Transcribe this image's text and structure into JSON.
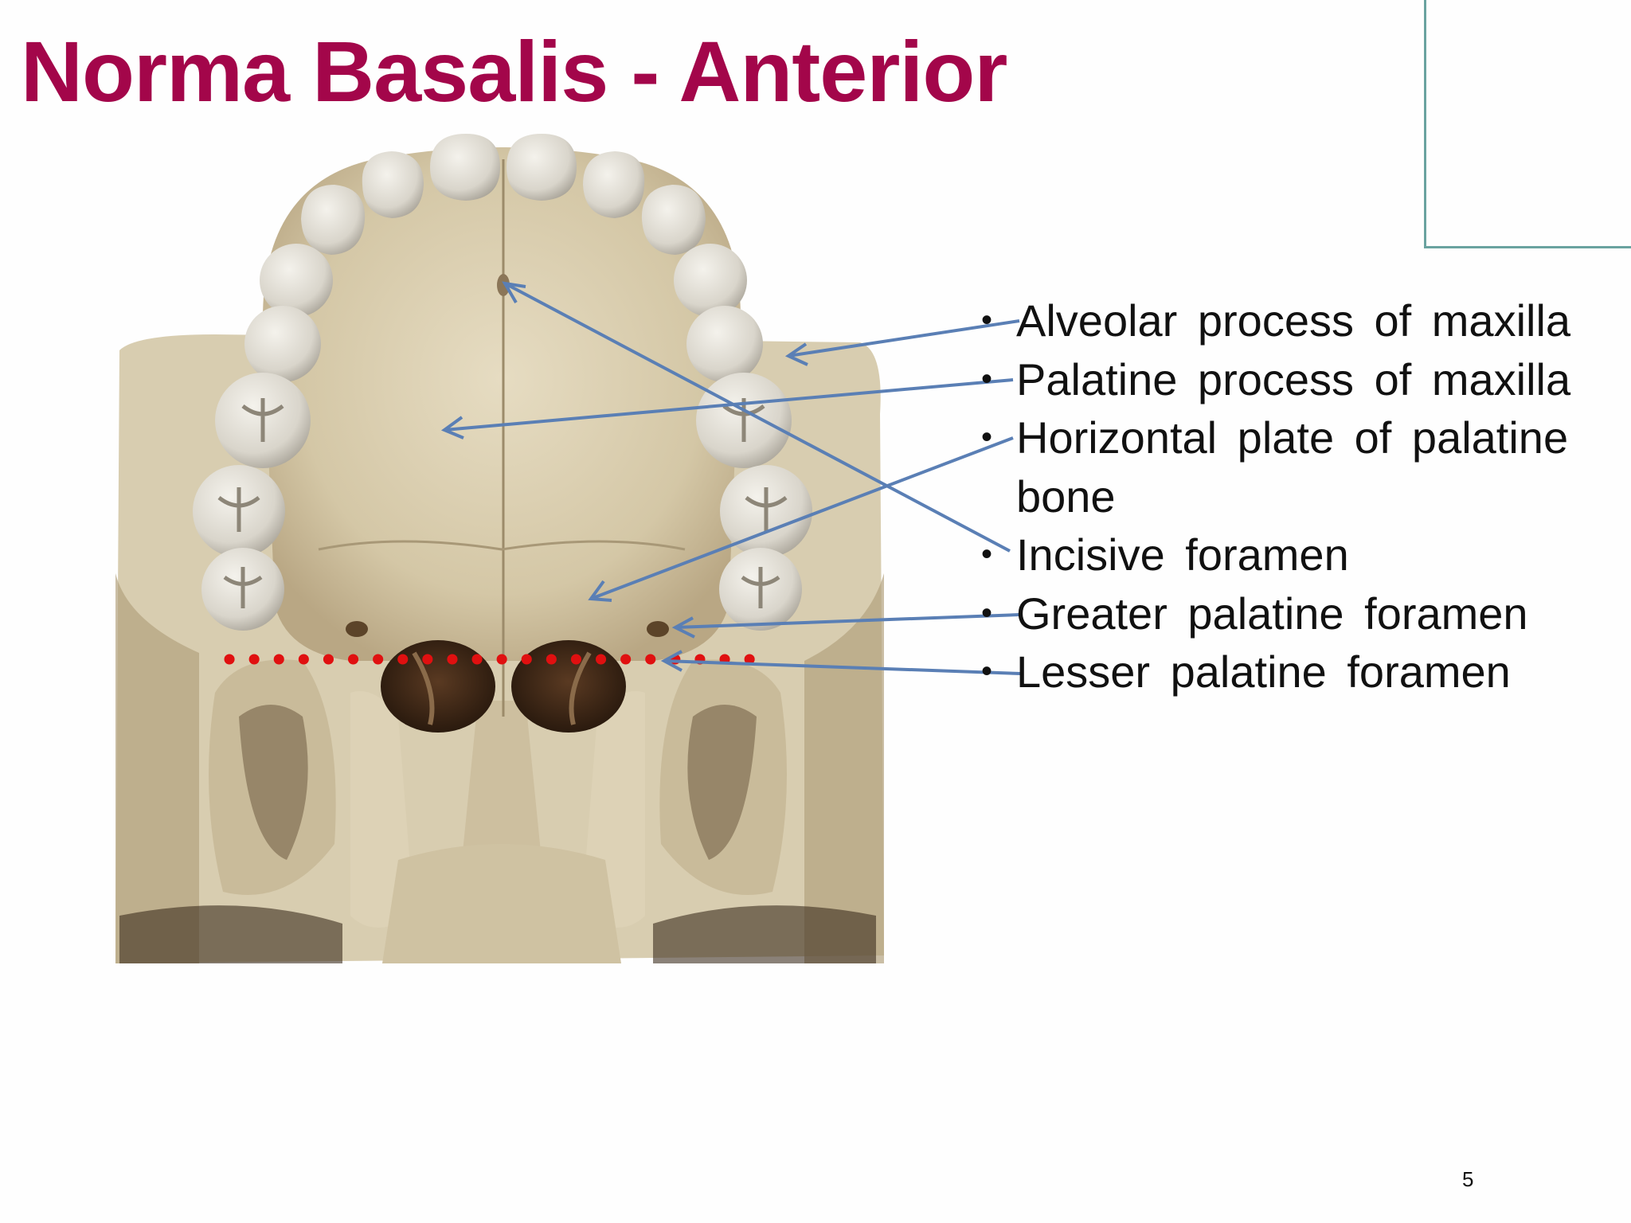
{
  "slide": {
    "title": "Norma Basalis - Anterior",
    "title_color": "#a3064a",
    "page_number": "5"
  },
  "labels": [
    {
      "text": "Alveolar process of maxilla",
      "bullet": "•"
    },
    {
      "text": "Palatine process of maxilla",
      "bullet": "•"
    },
    {
      "text": "Horizontal plate of palatine bone",
      "bullet": "•"
    },
    {
      "text": "Incisive foramen",
      "bullet": "•"
    },
    {
      "text": "Greater palatine foramen",
      "bullet": "•"
    },
    {
      "text": "Lesser palatine foramen",
      "bullet": "•"
    }
  ],
  "colors": {
    "arrow": "#5a7fb5",
    "dotted_line": "#e01010",
    "bone": "#d9ceb2",
    "bone_shadow": "#b8a888",
    "teeth": "#e4e1da",
    "corner_border": "#6aa3a0"
  },
  "figure": {
    "image": "skull-inferior-view-anterior",
    "dotted_line_style": "red-dotted"
  }
}
